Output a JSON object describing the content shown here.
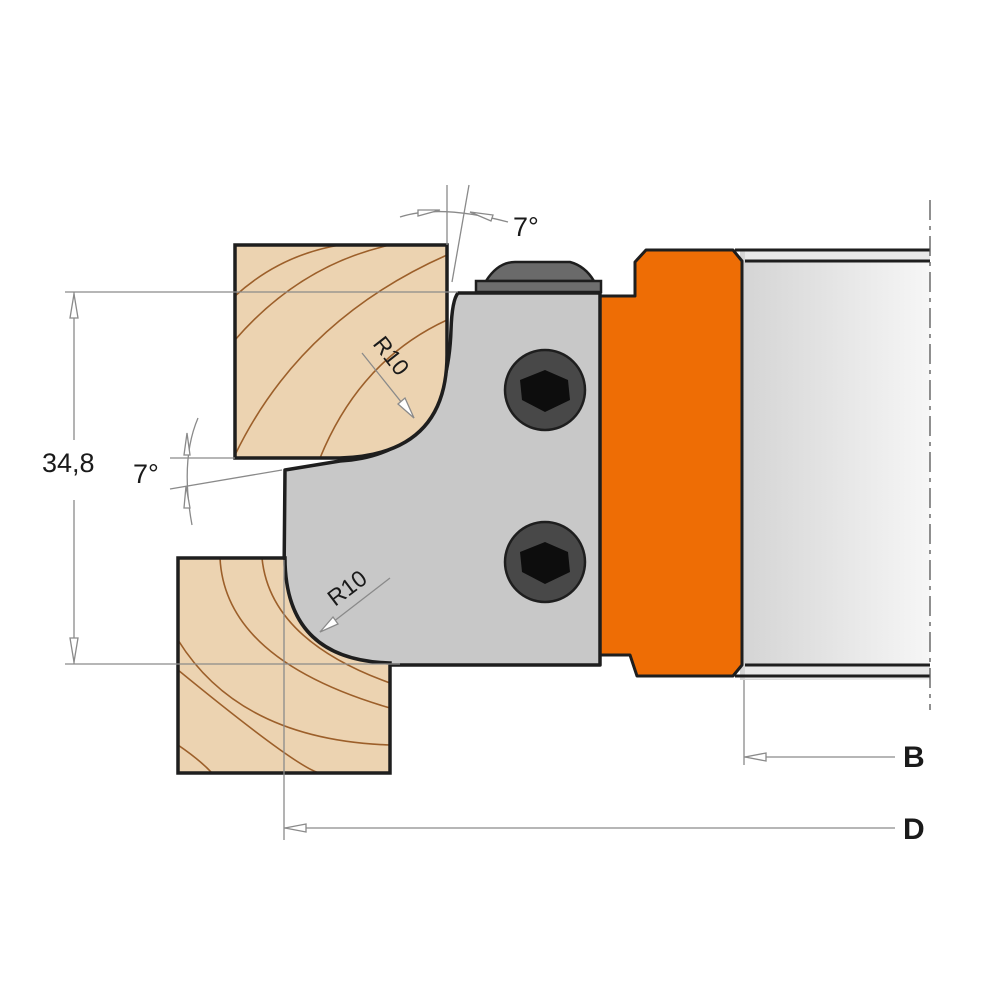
{
  "diagram": {
    "title": "Router cutter profile knife with R10 radii",
    "dimensions": {
      "height_label": "34,8",
      "top_angle_label": "7°",
      "side_angle_label": "7°",
      "upper_radius_label": "R10",
      "lower_radius_label": "R10",
      "bore_label": "B",
      "diameter_label": "D"
    },
    "parts": {
      "workpiece_upper": "wood-block",
      "workpiece_lower": "wood-block",
      "knife": "profile-knife",
      "screws": [
        "hex-screw",
        "hex-screw"
      ],
      "clamp_screw": "wedge-screw",
      "body": "cutter-body",
      "hub": "cutter-hub"
    },
    "colors": {
      "wood": "#ecd3b1",
      "wood_grain": "#9c5f2a",
      "knife": "#c8c8c8",
      "body": "#ee6d05",
      "hub_light": "#f3f3f3",
      "hub_dark": "#d6d6d6",
      "screw": "#4a4a4a",
      "outline": "#1e1e1e",
      "dimension_line": "#8a8a8a"
    }
  }
}
